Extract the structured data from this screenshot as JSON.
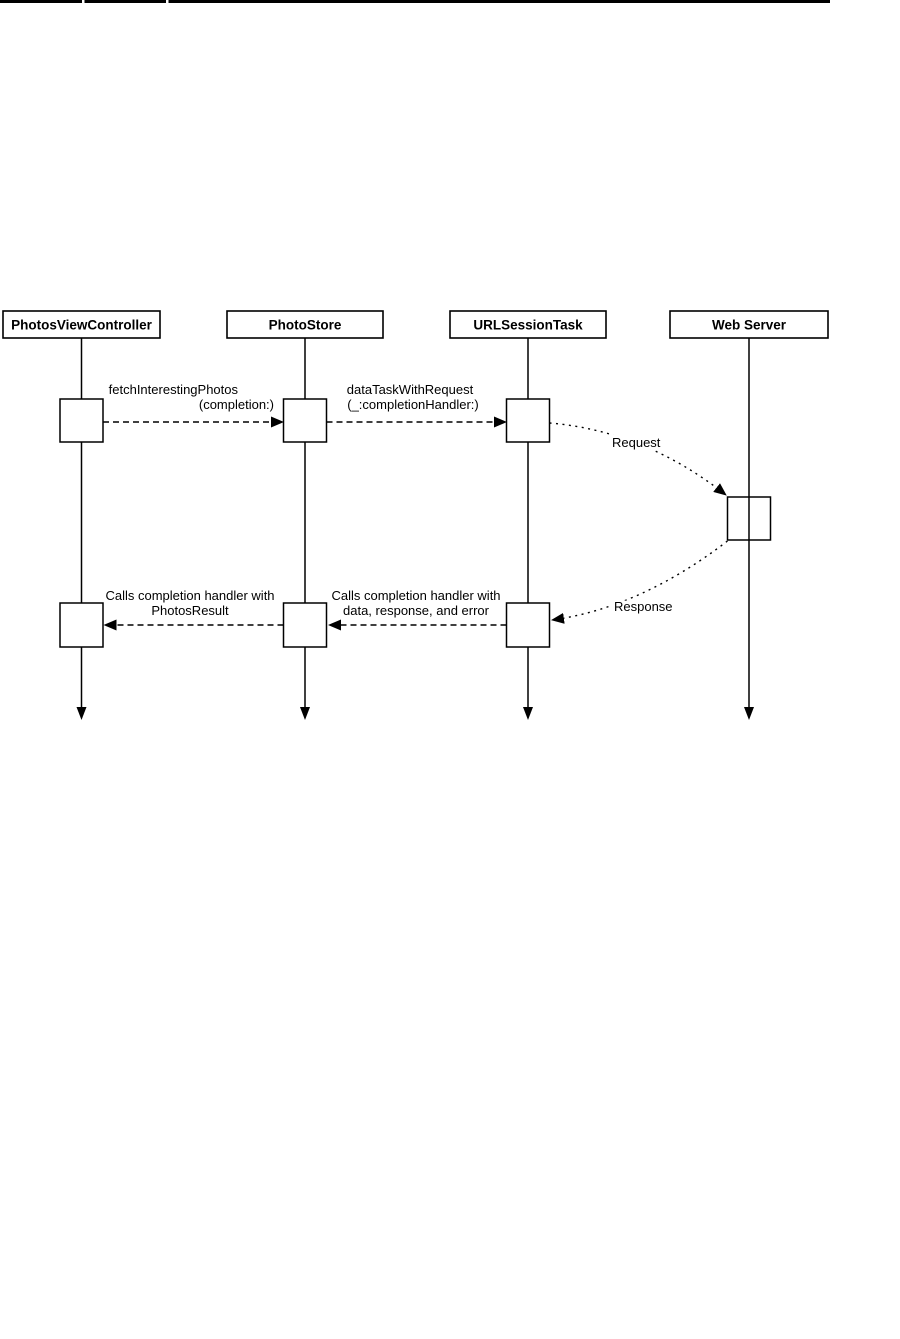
{
  "page": {
    "background": "#ffffff",
    "top_rule": {
      "color": "#000000",
      "description": "partial black header rule with two small gaps"
    }
  },
  "diagram": {
    "type": "sequence-diagram",
    "line_color": "#000000",
    "box_fill": "#ffffff",
    "actors": [
      {
        "label": "PhotosViewController"
      },
      {
        "label": "PhotoStore"
      },
      {
        "label": "URLSessionTask"
      },
      {
        "label": "Web Server"
      }
    ],
    "messages": [
      {
        "line1": "fetchInterestingPhotos",
        "line2": "(completion:)",
        "from": "PhotosViewController",
        "to": "PhotoStore",
        "style": "dashed"
      },
      {
        "line1": "dataTaskWithRequest",
        "line2": "(_:completionHandler:)",
        "from": "PhotoStore",
        "to": "URLSessionTask",
        "style": "dashed"
      },
      {
        "label": "Request",
        "from": "URLSessionTask",
        "to": "Web Server",
        "style": "dotted"
      },
      {
        "label": "Response",
        "from": "Web Server",
        "to": "URLSessionTask",
        "style": "dotted"
      },
      {
        "line1": "Calls completion handler with",
        "line2": "data, response, and error",
        "from": "URLSessionTask",
        "to": "PhotoStore",
        "style": "dashed"
      },
      {
        "line1": "Calls completion handler with",
        "line2": "PhotosResult",
        "from": "PhotoStore",
        "to": "PhotosViewController",
        "style": "dashed"
      }
    ]
  }
}
